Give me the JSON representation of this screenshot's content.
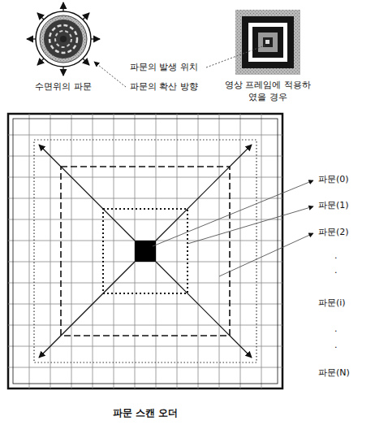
{
  "diagram": {
    "caption": "파문 스캔 오더",
    "labels": [
      "수면위의 파문",
      "파문의 발생 위치",
      "파문의 확산 방향",
      "영상 프레임에 적용하였을 경우",
      "파문(0)",
      "파문(1)",
      "파문(2)",
      ".",
      ".",
      "파문(i)",
      ".",
      ".",
      "파문(N)"
    ]
  }
}
